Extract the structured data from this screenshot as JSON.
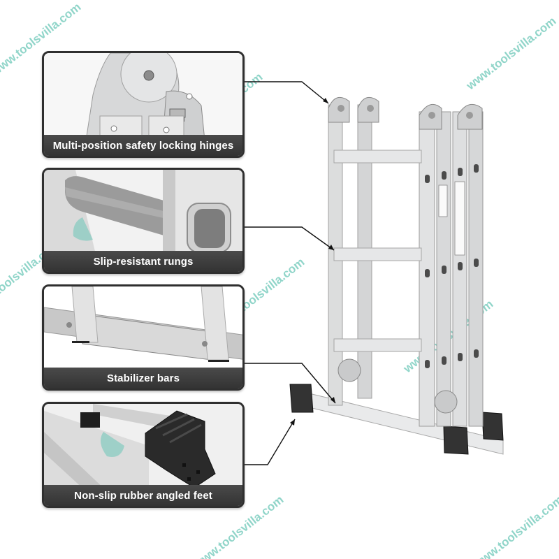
{
  "features": [
    {
      "id": "hinges",
      "caption": "Multi-position safety locking hinges",
      "icon": "hinge-closeup"
    },
    {
      "id": "rungs",
      "caption": "Slip-resistant rungs",
      "icon": "rung-closeup"
    },
    {
      "id": "stabilizer",
      "caption": "Stabilizer bars",
      "icon": "stabilizer-bar-closeup"
    },
    {
      "id": "feet",
      "caption": "Non-slip rubber angled feet",
      "icon": "rubber-foot-closeup"
    }
  ],
  "product": {
    "name": "multi-purpose folding aluminium ladder",
    "rungs_per_section": 3,
    "sections": 4
  },
  "watermark": {
    "text": "www.toolsvilla.com",
    "brand": "TOOLSVILLA",
    "color": "#6cc7b8",
    "brand_color": "#f2d64b"
  },
  "colors": {
    "caption_bg": "#3a3a3a",
    "caption_text": "#ffffff",
    "panel_border": "#2f2f2f",
    "aluminium": "#d9dadb",
    "rubber": "#2a2a2a",
    "callout_line": "#111111"
  }
}
